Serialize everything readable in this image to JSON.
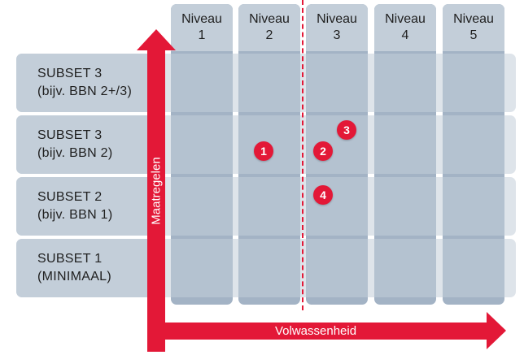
{
  "columns": [
    {
      "line1": "Niveau",
      "line2": "1"
    },
    {
      "line1": "Niveau",
      "line2": "2"
    },
    {
      "line1": "Niveau",
      "line2": "3"
    },
    {
      "line1": "Niveau",
      "line2": "4"
    },
    {
      "line1": "Niveau",
      "line2": "5"
    }
  ],
  "rows": [
    {
      "line1": "SUBSET 3",
      "line2": "(bijv. BBN 2+/3)"
    },
    {
      "line1": "SUBSET 3",
      "line2": "(bijv. BBN 2)"
    },
    {
      "line1": "SUBSET 2",
      "line2": "(bijv. BBN 1)"
    },
    {
      "line1": "SUBSET 1",
      "line2": "(MINIMAAL)"
    }
  ],
  "markers": [
    "1",
    "2",
    "3",
    "4"
  ],
  "axes": {
    "y_label": "Maatregelen",
    "x_label": "Volwassenheid"
  },
  "colors": {
    "accent": "#e31837",
    "column": "#a3b3c5",
    "header": "#c3ced9"
  }
}
